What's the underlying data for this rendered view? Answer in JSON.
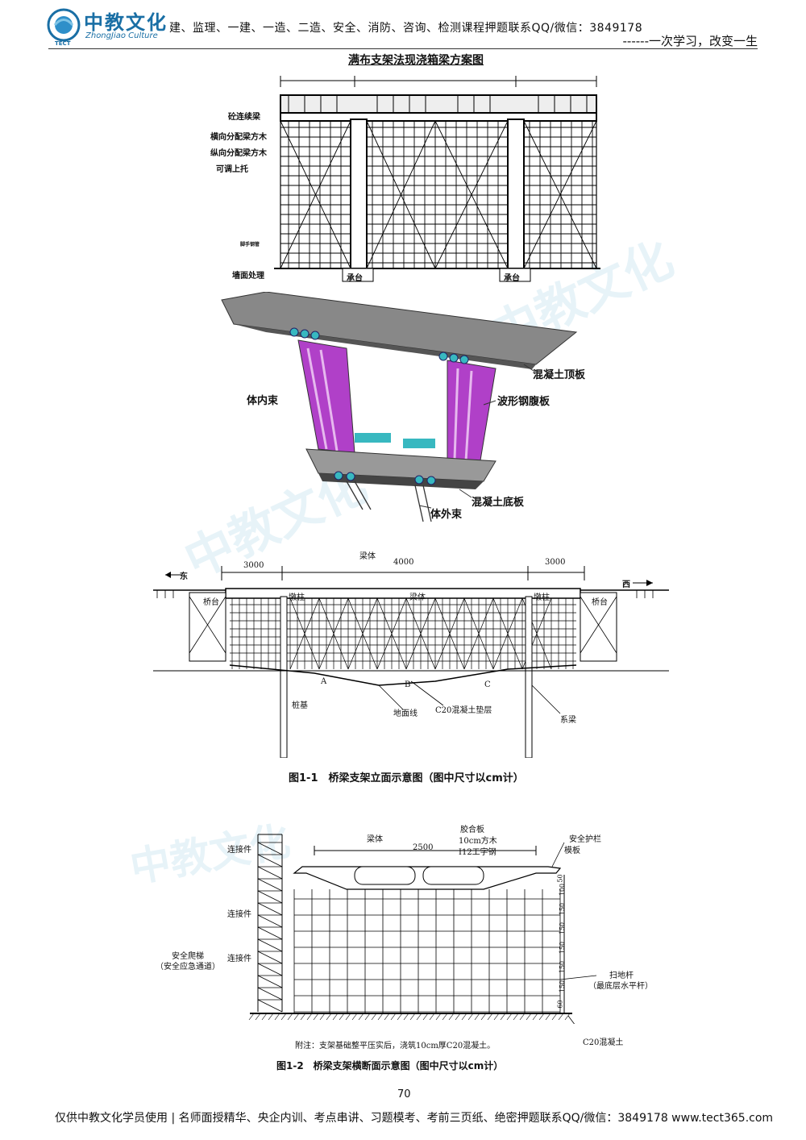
{
  "header": {
    "logo_cn": "中教文化",
    "logo_en": "ZhongJiao Culture",
    "logo_sub": "TECT",
    "text": "建、监理、一建、一造、二造、安全、消防、咨询、检测课程押题联系QQ/微信：3849178",
    "slogan": "------一次学习，改变一生"
  },
  "figure1": {
    "title": "满布支架法现浇箱梁方案图",
    "labels": {
      "beam": "砼连续梁",
      "transverse_wood": "横向分配梁方木",
      "longitudinal_wood": "纵向分配梁方木",
      "top_support": "可调上托",
      "small": "脚手钢管",
      "ground": "墙面处理",
      "cap_left": "承台",
      "cap_right": "承台"
    }
  },
  "figure2": {
    "labels": {
      "top_slab": "混凝土顶板",
      "web": "波形钢腹板",
      "inner_tendon": "体内束",
      "bottom_slab": "混凝土底板",
      "outer_tendon": "体外束"
    }
  },
  "figure3": {
    "dims": {
      "left": "3000",
      "middle": "4000",
      "right": "3000"
    },
    "labels": {
      "east": "东",
      "west": "西",
      "beam_body_top": "梁体",
      "abutment_left": "桥台",
      "pier_left": "墩柱",
      "beam_body": "梁体",
      "pier_right": "墩柱",
      "abutment_right": "桥台",
      "a": "A",
      "b": "B",
      "c": "C",
      "pile": "桩基",
      "ground_line": "地面线",
      "c20": "C20混凝土垫层",
      "tie_beam": "系梁"
    },
    "caption": "图1-1　桥梁支架立面示意图（图中尺寸以cm计）"
  },
  "figure4": {
    "dims": {
      "width": "2500"
    },
    "vdims": [
      "50",
      "100",
      "150",
      "150",
      "150",
      "150",
      "150",
      "60"
    ],
    "labels": {
      "beam_body": "梁体",
      "plywood": "胶合板",
      "wood": "10cm方木",
      "steel": "I12工字钢",
      "guardrail": "安全护栏",
      "formwork": "模板",
      "connector1": "连接件",
      "connector2": "连接件",
      "connector3": "连接件",
      "ladder": "安全爬梯",
      "ladder_sub": "（安全应急通道）",
      "sweep_bar": "扫地杆",
      "sweep_sub": "（最底层水平杆）",
      "c20": "C20混凝土"
    },
    "note": "附注：支架基础整平压实后，浇筑10cm厚C20混凝土。",
    "caption": "图1-2　桥梁支架横断面示意图（图中尺寸以cm计）"
  },
  "page_number": "70",
  "footer": "仅供中教文化学员使用 | 名师面授精华、央企内训、考点串讲、习题模考、考前三页纸、绝密押题联系QQ/微信：3849178 www.tect365.com",
  "colors": {
    "brand": "#1a6fa5",
    "web_purple": "#b040c8",
    "tendon": "#38b8c0"
  }
}
